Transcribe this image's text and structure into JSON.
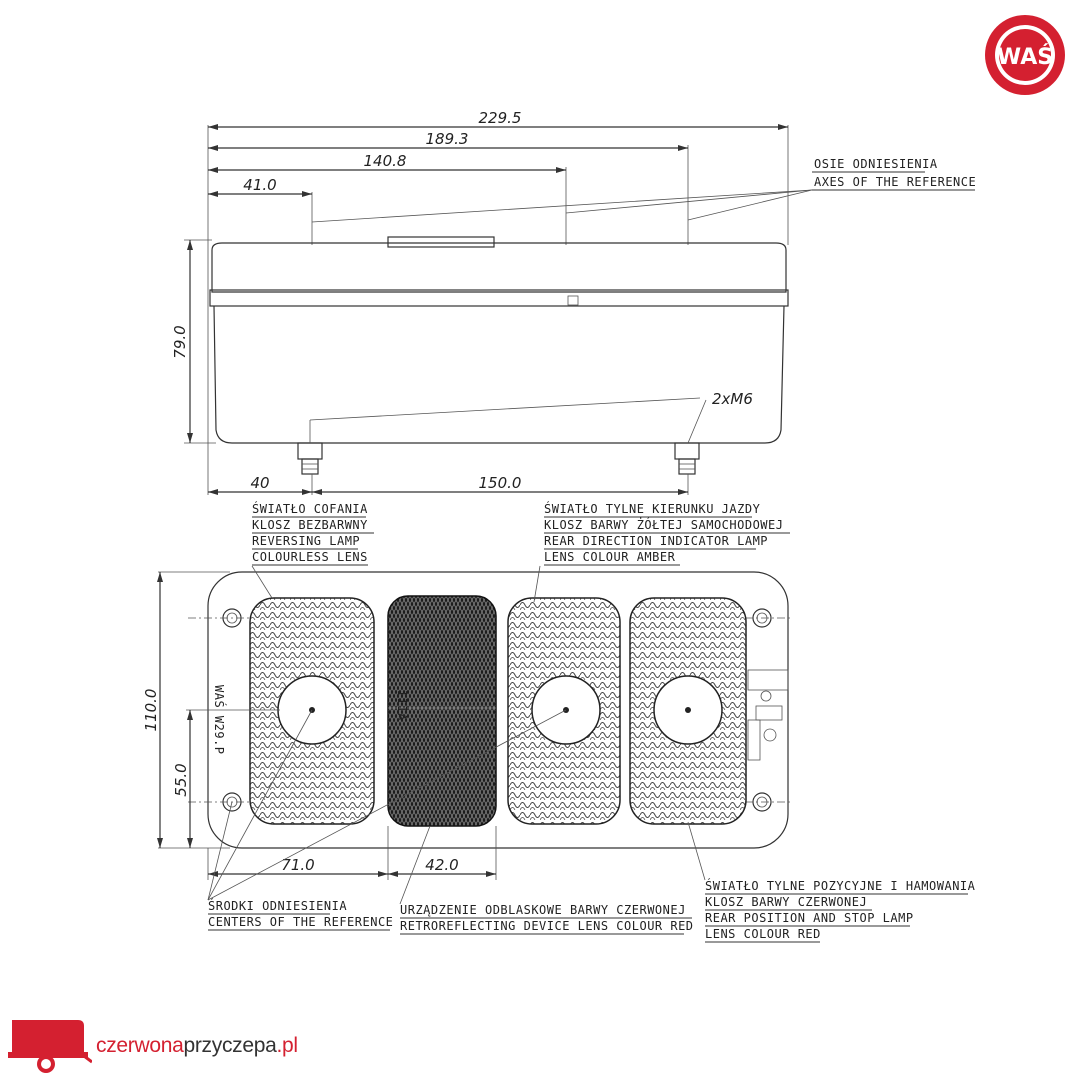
{
  "brand_logo": {
    "text": "WAŚ",
    "color": "#d42030"
  },
  "footer": {
    "site_part1": "czerwona",
    "site_part2": "przyczepa",
    "site_part3": ".pl",
    "accent": "#d42030"
  },
  "top_view": {
    "dim_overall": "229.5",
    "dim_189": "189.3",
    "dim_140": "140.8",
    "dim_41": "41.0",
    "dim_height": "79.0",
    "dim_40": "40",
    "dim_150": "150.0",
    "bolts": "2xM6",
    "ref_axes_pl": "OSIE ODNIESIENIA",
    "ref_axes_en": "AXES OF THE REFERENCE"
  },
  "front_view": {
    "dim_110": "110.0",
    "dim_55": "55.0",
    "dim_71": "71.0",
    "dim_42": "42.0",
    "lens_mark_left": "WAŚ W29.P",
    "lens_mark_reflector": "IIIA",
    "reversing": [
      "ŚWIATŁO COFANIA",
      "KLOSZ BEZBARWNY",
      "REVERSING LAMP",
      "COLOURLESS LENS"
    ],
    "indicator": [
      "ŚWIATŁO TYLNE KIERUNKU JAZDY",
      "KLOSZ BARWY ŻÓŁTEJ SAMOCHODOWEJ",
      "REAR DIRECTION INDICATOR LAMP",
      "LENS COLOUR AMBER"
    ],
    "centers": [
      "ŚRODKI ODNIESIENIA",
      "CENTERS OF THE REFERENCE"
    ],
    "retro": [
      "URZĄDZENIE ODBLASKOWE BARWY CZERWONEJ",
      "RETROREFLECTING DEVICE LENS COLOUR RED"
    ],
    "position_stop": [
      "ŚWIATŁO TYLNE POZYCYJNE I HAMOWANIA",
      "KLOSZ BARWY CZERWONEJ",
      "REAR POSITION AND STOP LAMP",
      "LENS COLOUR RED"
    ]
  }
}
